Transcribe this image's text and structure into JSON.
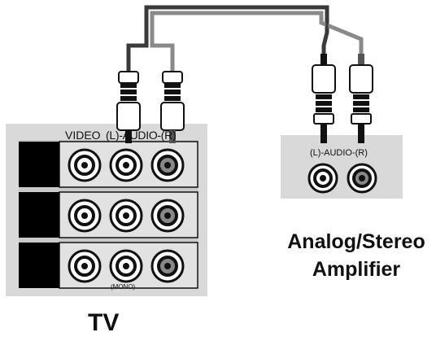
{
  "tv": {
    "title": "TV",
    "video_label": "VIDEO",
    "audio_label": "(L)-AUDIO-(R)",
    "mono_label": "(MONO)",
    "rows": 3,
    "columns": [
      "video",
      "audio-left",
      "audio-right"
    ]
  },
  "amplifier": {
    "title_line1": "Analog/Stereo",
    "title_line2": "Amplifier",
    "audio_label": "(L)-AUDIO-(R)"
  },
  "colors": {
    "panel": "#d6d6d6",
    "cable": "#4a4a4a",
    "black_block": "#000000"
  }
}
